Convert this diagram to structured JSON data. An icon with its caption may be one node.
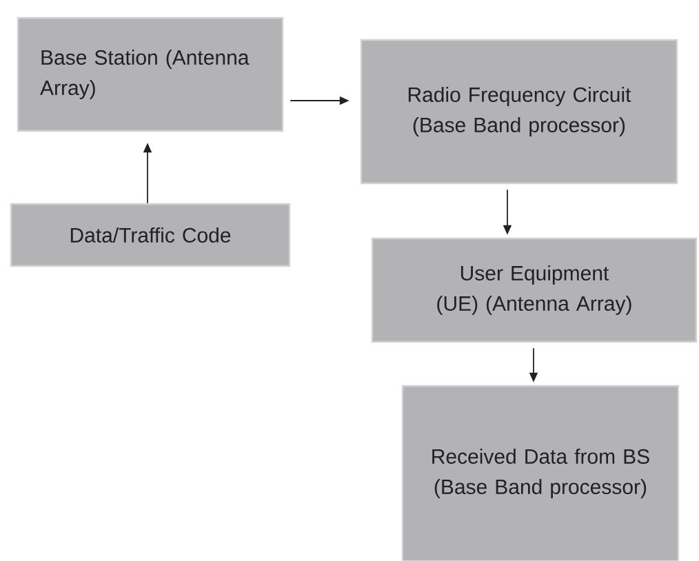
{
  "diagram": {
    "nodes": [
      {
        "text": [
          "Base Station (Antenna Array)"
        ]
      },
      {
        "text": [
          "Data/Traffic Code"
        ]
      },
      {
        "text": [
          "Radio Frequency Circuit (Base Band processor)"
        ]
      },
      {
        "text": [
          "User Equipment (UE) (Antenna Array)"
        ]
      },
      {
        "text": [
          "Received Data from BS (Base Band processor)"
        ]
      }
    ],
    "edges": [
      {
        "from": 1,
        "to": 0,
        "arrow": "to"
      },
      {
        "from": 0,
        "to": 2,
        "arrow": "to"
      },
      {
        "from": 2,
        "to": 3,
        "arrow": "to"
      },
      {
        "from": 3,
        "to": 4,
        "arrow": "to"
      }
    ]
  }
}
